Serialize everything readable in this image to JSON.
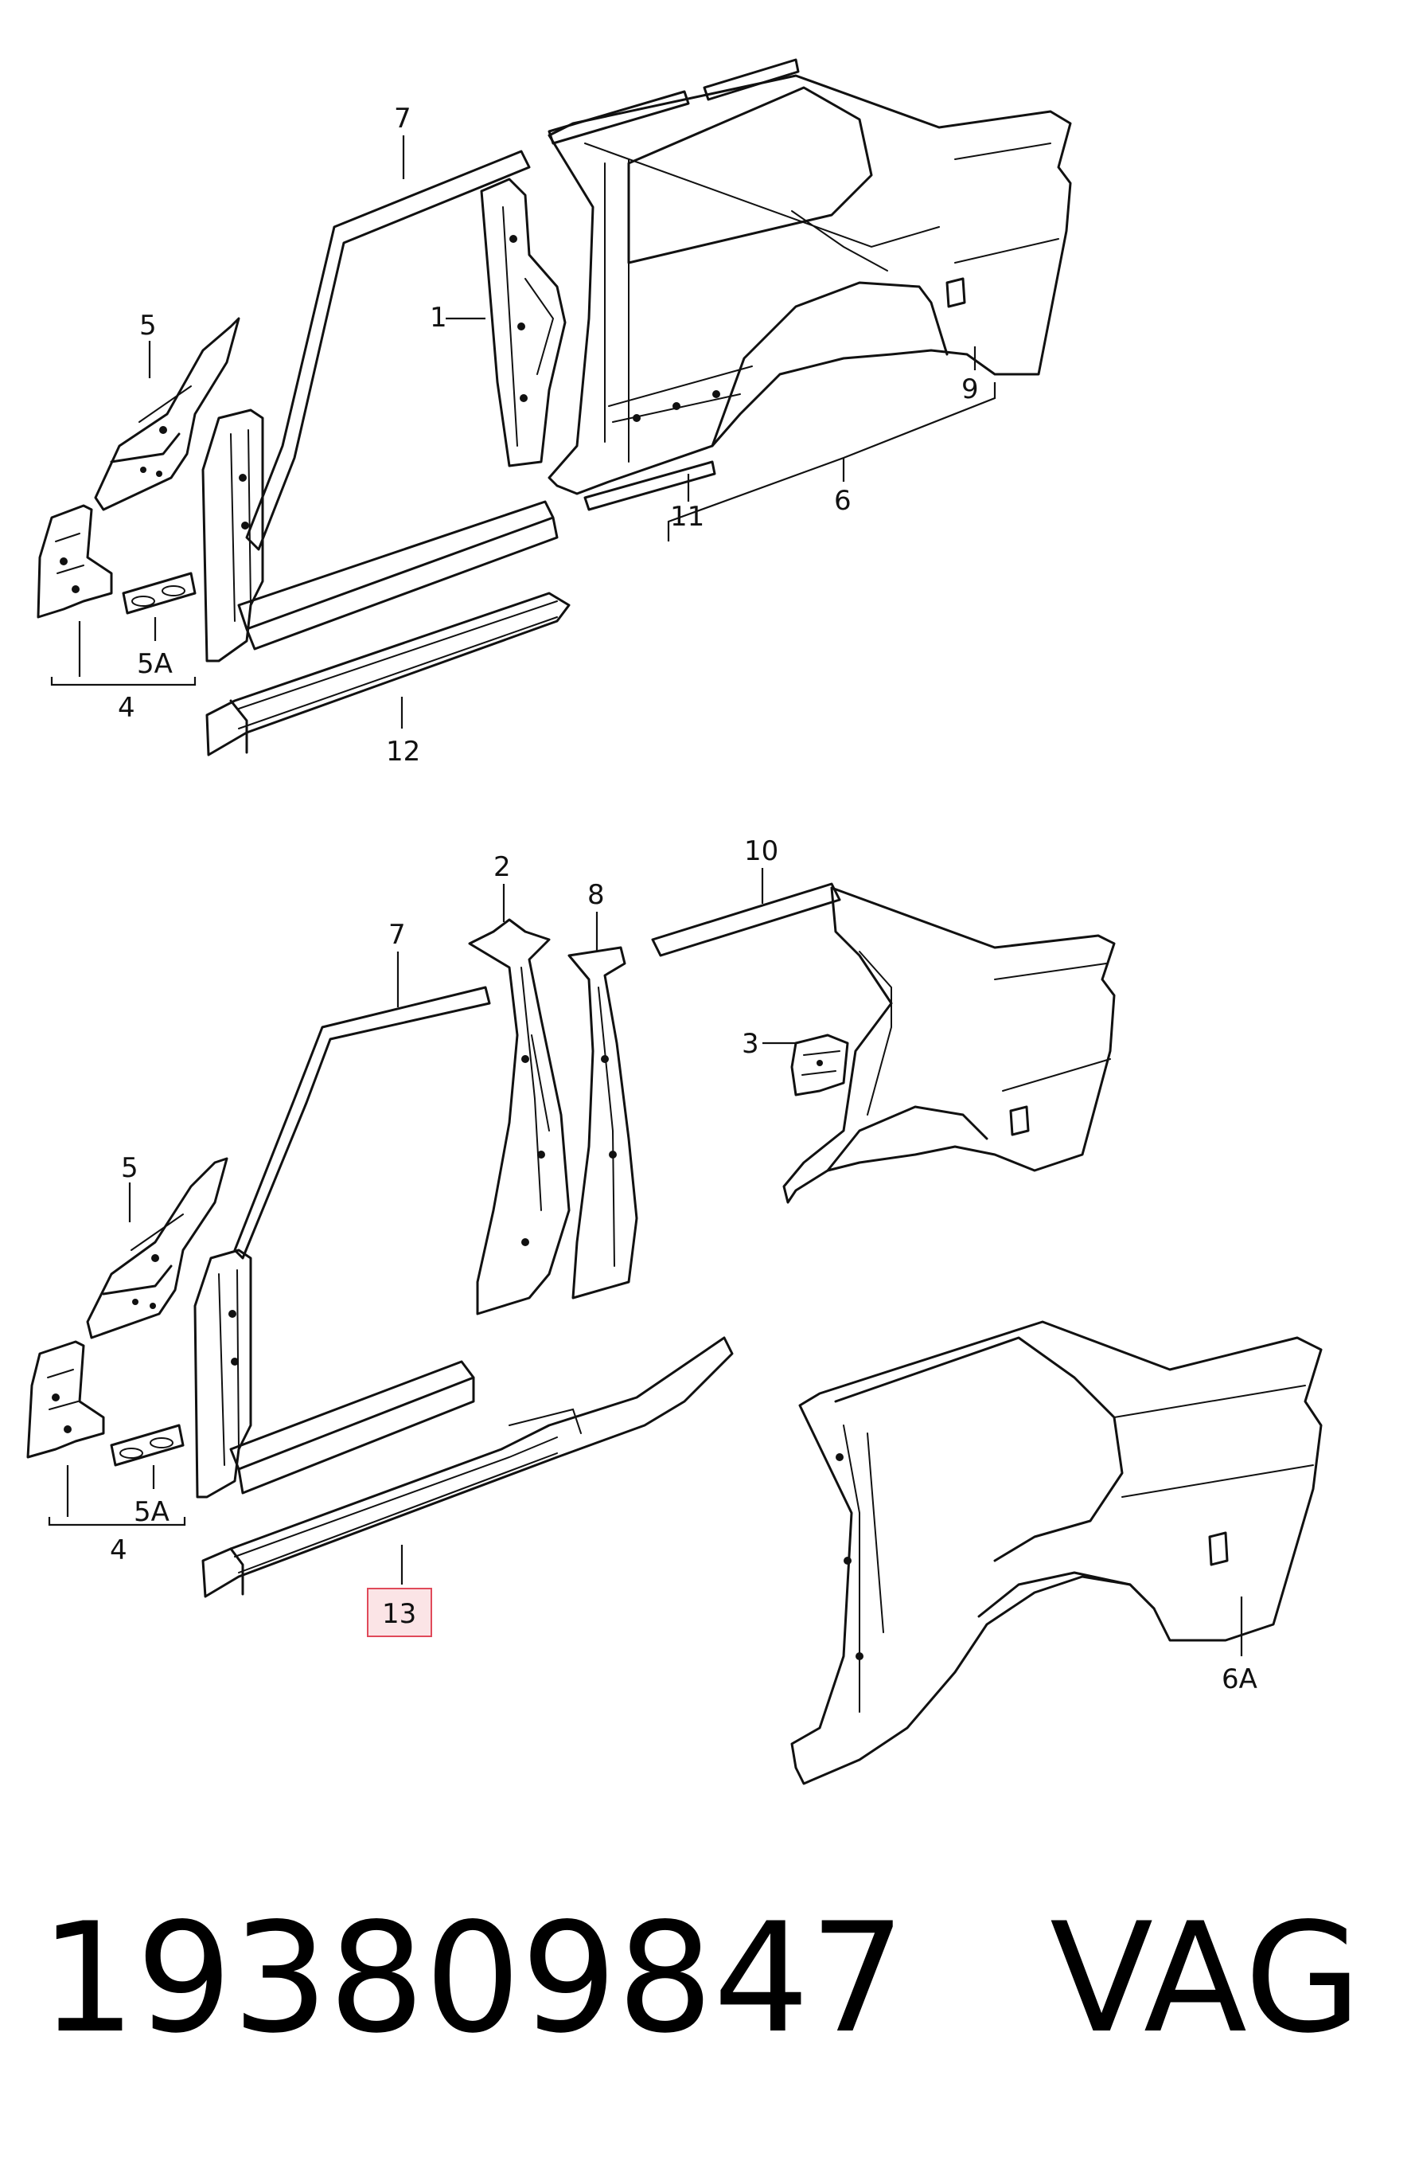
{
  "labels": {
    "top": {
      "l1": "1",
      "l4": "4",
      "l5": "5",
      "l5a": "5A",
      "l6": "6",
      "l7": "7",
      "l9": "9",
      "l11": "11",
      "l12": "12"
    },
    "bottom": {
      "l2": "2",
      "l3": "3",
      "l4": "4",
      "l5": "5",
      "l5a": "5A",
      "l6a": "6A",
      "l7": "7",
      "l8": "8",
      "l10": "10",
      "l13": "13"
    }
  },
  "highlighted_label": "13",
  "highlight_color": "#e04a5a",
  "footer": {
    "part_number": "193809847",
    "brand": "VAG"
  }
}
